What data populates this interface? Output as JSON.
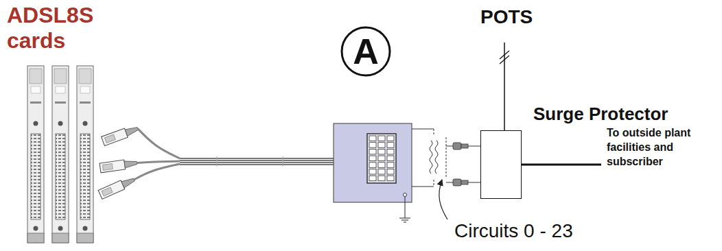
{
  "diagram": {
    "nodes": [
      {
        "text": [
          "A"
        ]
      },
      {
        "text": [
          "Surge Protector"
        ]
      }
    ],
    "labels": [
      "ADSL8S cards",
      "POTS",
      "To outside plant facilities and subscriber",
      "Circuits 0 - 23"
    ]
  }
}
